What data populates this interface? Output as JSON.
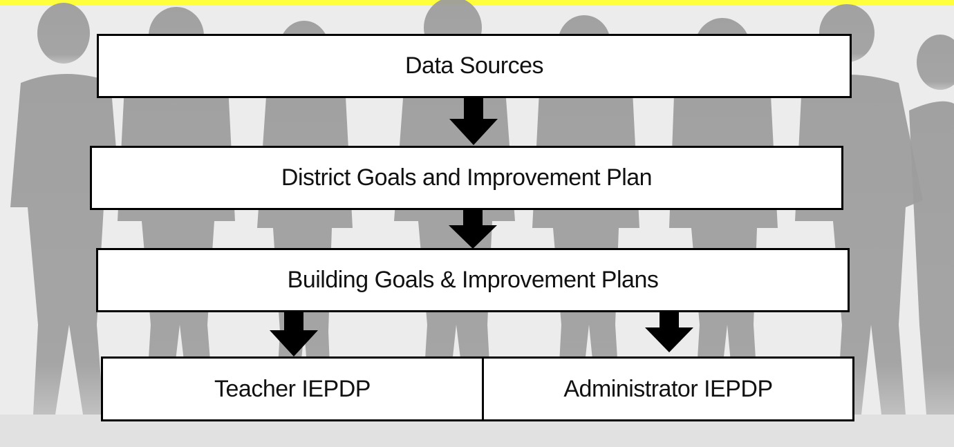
{
  "colors": {
    "top_bar": "#ffff3c",
    "background": "#ececec",
    "silhouette": "#9d9d9d",
    "box_fill": "#ffffff",
    "box_border": "#000000",
    "arrow": "#000000"
  },
  "background_image": "people-silhouettes",
  "diagram": {
    "data_sources": "Data Sources",
    "district_plan": "District Goals and Improvement Plan",
    "building_plans": "Building Goals & Improvement Plans",
    "teacher_iepdp": "Teacher IEPDP",
    "administrator_iepdp": "Administrator IEPDP"
  }
}
